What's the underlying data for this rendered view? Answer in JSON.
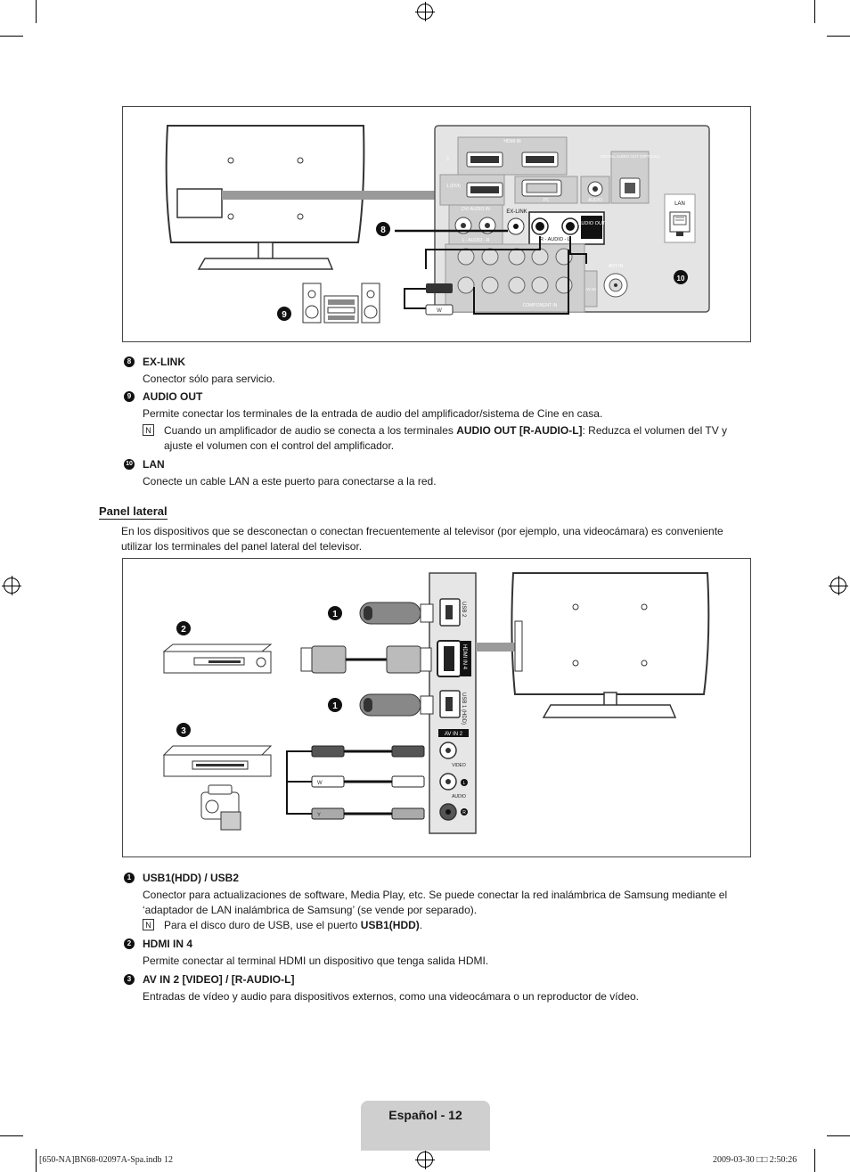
{
  "rear_panel": {
    "labels": {
      "hdmi_in": "HDMI IN",
      "dvi_audio_in": "DVI AUDIO IN",
      "audio_l": "L - AUDIO - R",
      "ex_link": "EX-LINK",
      "pc": "PC",
      "audio": "AUDIO",
      "digital_audio_out": "DIGITAL AUDIO OUT (OPTICAL)",
      "audio_out": "AUDIO OUT",
      "r_audio_l": "R - AUDIO - L",
      "component_in": "COMPONENT IN",
      "av_in": "AV IN",
      "ant_in": "ANT IN",
      "lan": "LAN",
      "hdmi_3": "3",
      "hdmi_1": "1 (DVI)",
      "cable_w": "W"
    },
    "callouts": [
      "❽",
      "❾",
      "❿"
    ]
  },
  "items_top": [
    {
      "num": "8",
      "title": "EX-LINK",
      "desc": "Conector sólo para servicio."
    },
    {
      "num": "9",
      "title": "AUDIO OUT",
      "desc": "Permite conectar los terminales de la entrada de audio del amplificador/sistema de Cine en casa.",
      "note_pre": "Cuando un amplificador de audio se conecta a los terminales ",
      "note_bold": "AUDIO OUT [R-AUDIO-L]",
      "note_post": ": Reduzca el volumen del TV y ajuste el volumen con el control del amplificador."
    },
    {
      "num": "10",
      "title": "LAN",
      "desc": "Conecte un cable LAN a este puerto para conectarse a la red."
    }
  ],
  "section": {
    "title": "Panel lateral",
    "intro": "En los dispositivos que se desconectan o conectan frecuentemente al televisor (por ejemplo, una videocámara) es conveniente utilizar los terminales del panel lateral del televisor."
  },
  "side_panel": {
    "labels": {
      "usb2": "USB 2",
      "hdmi_in4": "HDMI IN 4",
      "usb1": "USB 1 (HDD)",
      "av_in2": "AV IN 2",
      "video": "VIDEO",
      "audio": "AUDIO",
      "l": "L",
      "r": "R",
      "w": "W",
      "y": "Y"
    },
    "callouts": [
      "❶",
      "❷",
      "❸",
      "❶"
    ]
  },
  "items_bottom": [
    {
      "num": "1",
      "title": "USB1(HDD) / USB2",
      "desc": "Conector para actualizaciones de software, Media Play, etc. Se puede conectar la red inalámbrica de Samsung mediante el ‘adaptador de LAN inalámbrica de Samsung’ (se vende por separado).",
      "note_pre": "Para el disco duro de USB, use el puerto ",
      "note_bold": "USB1(HDD)",
      "note_post": "."
    },
    {
      "num": "2",
      "title": "HDMI IN 4",
      "desc": "Permite conectar al terminal HDMI un dispositivo que tenga salida HDMI."
    },
    {
      "num": "3",
      "title": "AV IN 2 [VIDEO] / [R-AUDIO-L]",
      "desc": "Entradas de vídeo y audio para dispositivos externos, como una videocámara o un reproductor de vídeo."
    }
  ],
  "note_icon": "N",
  "footer": {
    "page_label": "Español - 12",
    "slug_left": "[650-NA]BN68-02097A-Spa.indb   12",
    "slug_right": "2009-03-30   □□ 2:50:26"
  }
}
